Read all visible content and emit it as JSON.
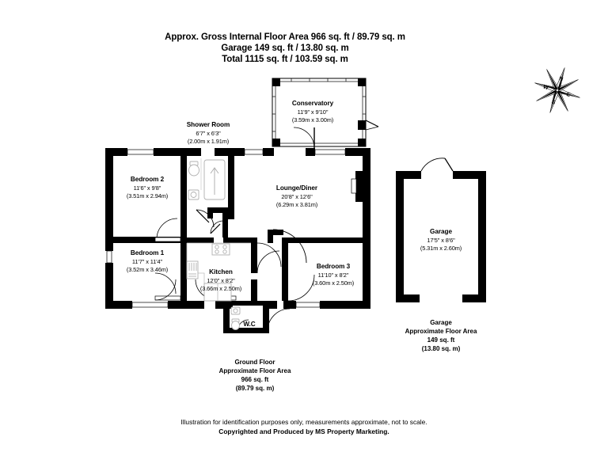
{
  "heading": {
    "line1": "Approx. Gross Internal Floor Area 966 sq. ft / 89.79 sq. m",
    "line2": "Garage 149 sq. ft / 13.80 sq. m",
    "line3": "Total 1115 sq. ft / 103.59 sq. m"
  },
  "rooms": {
    "shower_room": {
      "name": "Shower Room",
      "imperial": "6'7\" x 6'3\"",
      "metric": "(2.00m x 1.91m)"
    },
    "conservatory": {
      "name": "Conservatory",
      "imperial": "11'9\" x 9'10\"",
      "metric": "(3.59m x 3.00m)"
    },
    "bedroom2": {
      "name": "Bedroom 2",
      "imperial": "11'6\" x 9'8\"",
      "metric": "(3.51m x 2.94m)"
    },
    "lounge_diner": {
      "name": "Lounge/Diner",
      "imperial": "20'8\" x 12'6\"",
      "metric": "(6.29m x 3.81m)"
    },
    "bedroom1": {
      "name": "Bedroom 1",
      "imperial": "11'7\" x 11'4\"",
      "metric": "(3.52m x 3.46m)"
    },
    "kitchen": {
      "name": "Kitchen",
      "imperial": "12'0\" x 8'2\"",
      "metric": "(3.66m x 2.50m)"
    },
    "bedroom3": {
      "name": "Bedroom 3",
      "imperial": "11'10\" x 8'2\"",
      "metric": "(3.60m x 2.50m)"
    },
    "wc": {
      "name": "W.C"
    },
    "garage": {
      "name": "Garage",
      "imperial": "17'5\" x 8'6\"",
      "metric": "(5.31m x 2.60m)"
    }
  },
  "captions": {
    "ground_floor": {
      "line1": "Ground Floor",
      "line2": "Approximate Floor Area",
      "line3": "966 sq. ft",
      "line4": "(89.79 sq. m)"
    },
    "garage": {
      "line1": "Garage",
      "line2": "Approximate Floor Area",
      "line3": "149 sq. ft",
      "line4": "(13.80 sq. m)"
    }
  },
  "compass": {
    "north": "N",
    "south": "S",
    "east": "E",
    "west": "W"
  },
  "footer": {
    "disclaimer": "Illustration for identification purposes only, measurements approximate, not to scale.",
    "copyright": "Copyrighted  and Produced by MS Property Marketing."
  },
  "colors": {
    "wall": "#000000",
    "background": "#ffffff",
    "fixture_stroke": "#b4b4b4",
    "door_arc": "#999999"
  }
}
